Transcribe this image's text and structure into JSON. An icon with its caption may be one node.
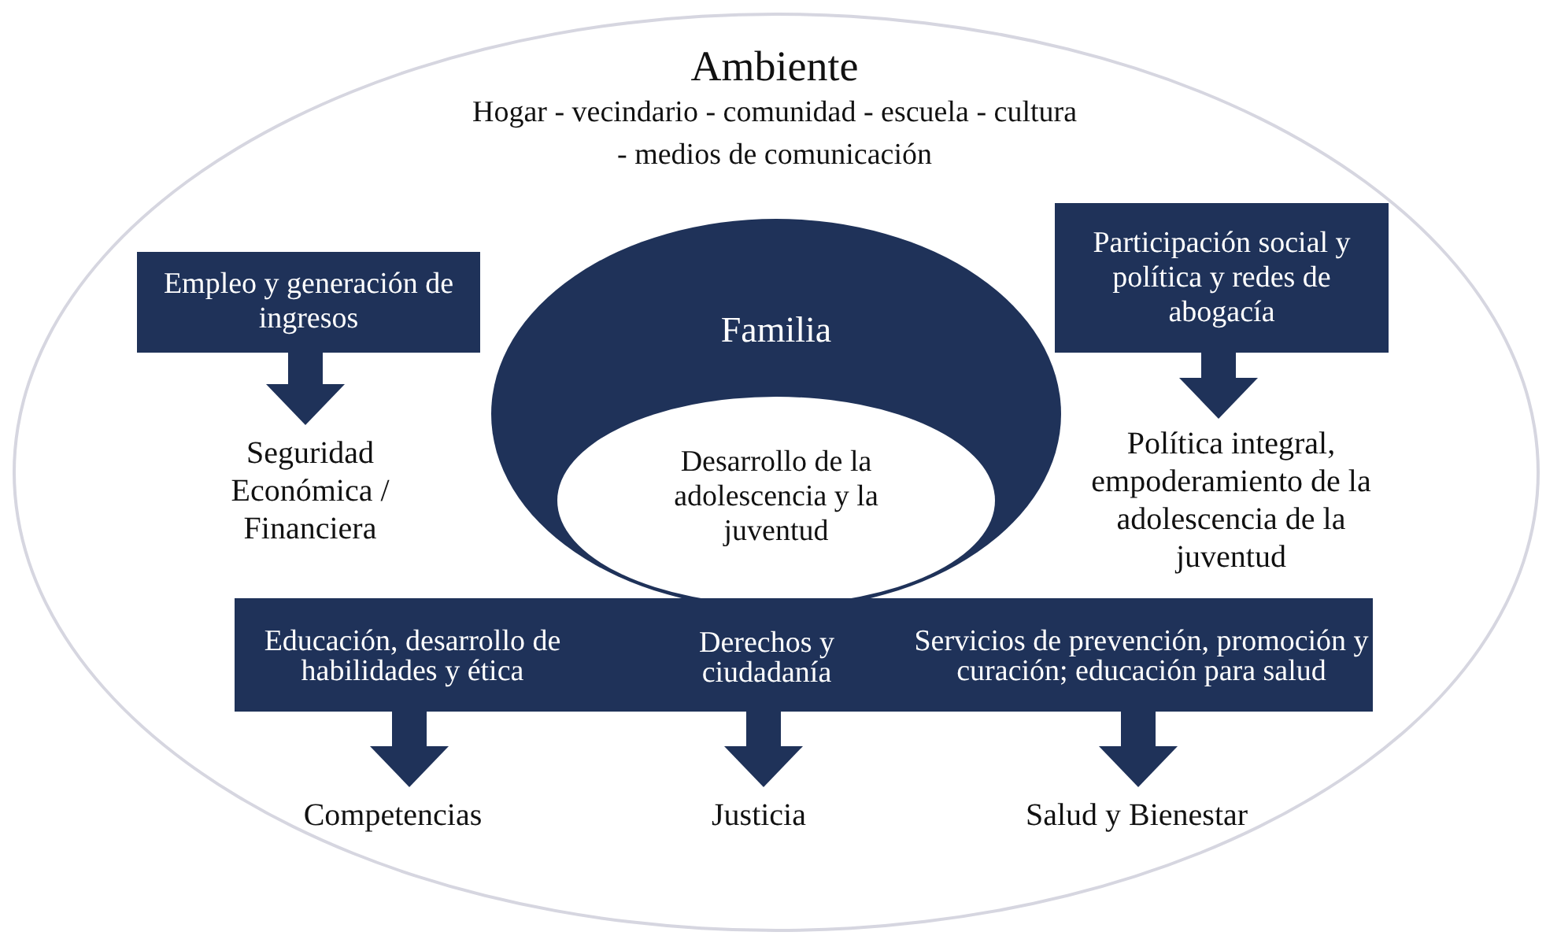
{
  "diagram": {
    "nodes": [
      {
        "text": [
          "Ambiente",
          "Hogar - vecindario - comunidad - escuela - cultura - medios de comunicación"
        ]
      },
      {
        "text": [
          "Familia"
        ],
        "in": 0
      },
      {
        "text": [
          "Desarrollo de la adolescencia y la juventud"
        ],
        "in": 1
      },
      {
        "text": [
          "Empleo y generación de ingresos"
        ],
        "in": 0
      },
      {
        "text": [
          "Seguridad Económica / Financiera"
        ],
        "in": 0
      },
      {
        "text": [
          "Participación social y política y redes de abogacía"
        ],
        "in": 0
      },
      {
        "text": [
          "Política integral, empoderamiento de la adolescencia de la juventud"
        ],
        "in": 0
      },
      {
        "text": [],
        "shape": "bar",
        "in": 0
      },
      {
        "text": [
          "Educación, desarrollo de habilidades y ética"
        ],
        "in": 7
      },
      {
        "text": [
          "Derechos y ciudadanía"
        ],
        "in": 7
      },
      {
        "text": [
          "Servicios de prevención, promoción y curación; educación para salud"
        ],
        "in": 7
      },
      {
        "text": [
          "Competencias"
        ],
        "in": 0
      },
      {
        "text": [
          "Justicia"
        ],
        "in": 0
      },
      {
        "text": [
          "Salud y Bienestar"
        ],
        "in": 0
      }
    ],
    "edges": [
      {
        "from": 3,
        "to": 4,
        "arrow": "to"
      },
      {
        "from": 5,
        "to": 6,
        "arrow": "to"
      },
      {
        "from": 8,
        "to": 11,
        "arrow": "to"
      },
      {
        "from": 9,
        "to": 12,
        "arrow": "to"
      },
      {
        "from": 10,
        "to": 13,
        "arrow": "to"
      }
    ]
  }
}
